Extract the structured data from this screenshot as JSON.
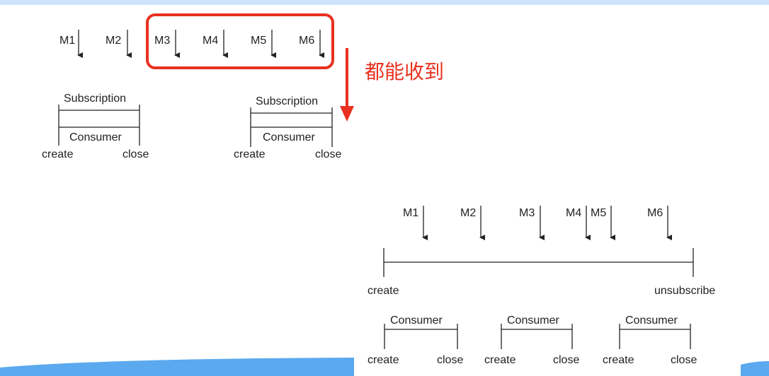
{
  "diagram_a": {
    "messages": [
      "M1",
      "M2",
      "M3",
      "M4",
      "M5",
      "M6"
    ],
    "subscription_1": {
      "subscription_label": "Subscription",
      "consumer_label": "Consumer",
      "create_label": "create",
      "close_label": "close"
    },
    "subscription_2": {
      "subscription_label": "Subscription",
      "consumer_label": "Consumer",
      "create_label": "create",
      "close_label": "close"
    },
    "annotation": "都能收到"
  },
  "diagram_b": {
    "messages": [
      "M1",
      "M2",
      "M3",
      "M4",
      "M5",
      "M6"
    ],
    "subscription_start_label": "create",
    "subscription_end_label": "unsubscribe",
    "consumers": [
      {
        "label": "Consumer",
        "create_label": "create",
        "close_label": "close"
      },
      {
        "label": "Consumer",
        "create_label": "create",
        "close_label": "close"
      },
      {
        "label": "Consumer",
        "create_label": "create",
        "close_label": "close"
      }
    ]
  },
  "colors": {
    "highlight": "#e8311f",
    "background_band": "#5ba9ef",
    "top_band": "#cfe4fa",
    "ink": "#222222"
  }
}
